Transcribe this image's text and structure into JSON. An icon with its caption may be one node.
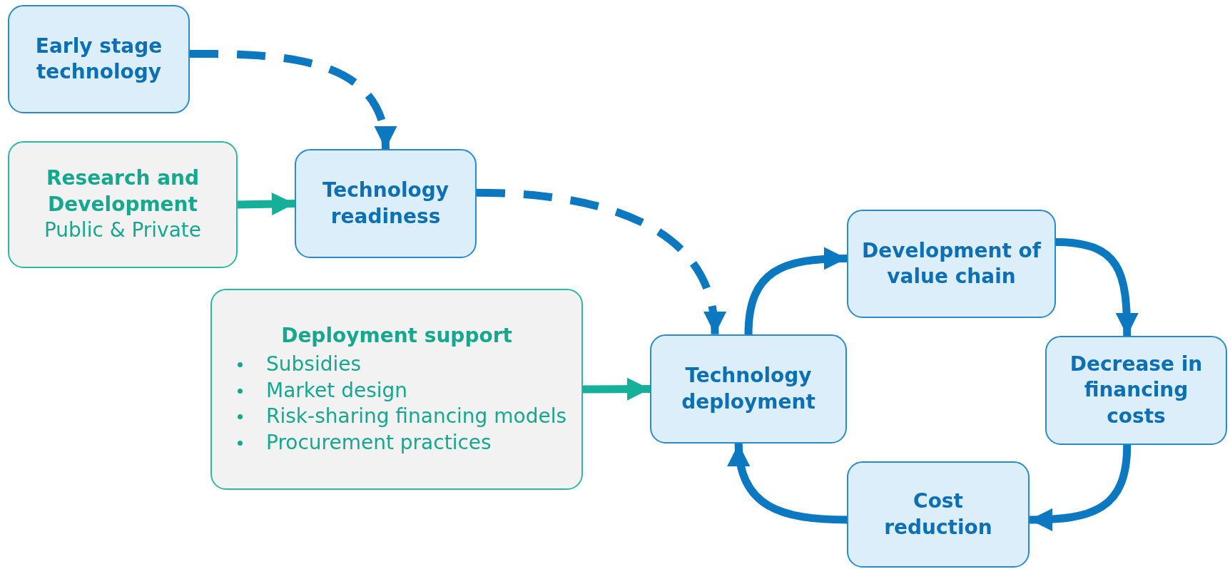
{
  "diagram": {
    "nodes": [
      {
        "text": [
          "Early stage technology"
        ]
      },
      {
        "text": [
          "Research and Development",
          "Public & Private"
        ]
      },
      {
        "text": [
          "Technology readiness"
        ]
      },
      {
        "text": [
          "Deployment support",
          "Subsidies",
          "Market design",
          "Risk-sharing financing models",
          "Procurement practices"
        ]
      },
      {
        "text": [
          "Technology deployment"
        ]
      },
      {
        "text": [
          "Development of value chain"
        ]
      },
      {
        "text": [
          "Decrease in financing costs"
        ]
      },
      {
        "text": [
          "Cost reduction"
        ]
      }
    ],
    "edges": [
      {
        "from": 0,
        "to": 2,
        "arrow": "to",
        "style": "dashed"
      },
      {
        "from": 1,
        "to": 2,
        "arrow": "to",
        "color": "#14b09a"
      },
      {
        "from": 2,
        "to": 4,
        "arrow": "to",
        "style": "dashed"
      },
      {
        "from": 3,
        "to": 4,
        "arrow": "to",
        "color": "#14b09a"
      },
      {
        "from": 4,
        "to": 5,
        "arrow": "to"
      },
      {
        "from": 5,
        "to": 6,
        "arrow": "to"
      },
      {
        "from": 6,
        "to": 7,
        "arrow": "to"
      },
      {
        "from": 7,
        "to": 4,
        "arrow": "to"
      }
    ]
  }
}
